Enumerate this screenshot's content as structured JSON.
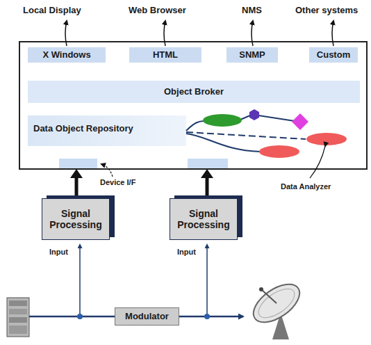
{
  "diagram": {
    "nodes": [
      {
        "text": [
          "X Windows"
        ]
      },
      {
        "text": [
          "HTML"
        ]
      },
      {
        "text": [
          "SNMP"
        ]
      },
      {
        "text": [
          "Custom"
        ]
      },
      {
        "text": [
          "Object Broker"
        ]
      },
      {
        "text": [
          "Data Object Repository"
        ]
      },
      {
        "text": [
          "Signal Processing"
        ]
      },
      {
        "text": [
          "Signal Processing"
        ]
      },
      {
        "text": [
          "Modulator"
        ]
      }
    ],
    "labels": [
      "Local Display",
      "Web Browser",
      "NMS",
      "Other systems",
      "Device I/F",
      "Data Analyzer",
      "Input",
      "Input"
    ]
  }
}
